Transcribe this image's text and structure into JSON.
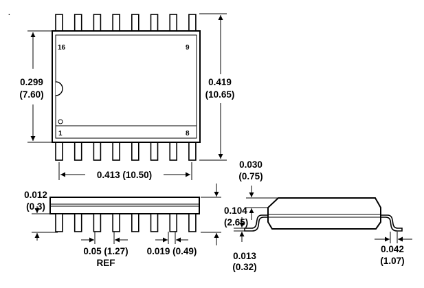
{
  "top_view": {
    "pin_labels": {
      "top_left": "16",
      "top_right": "9",
      "bottom_left": "1",
      "bottom_right": "8"
    },
    "lead_count_per_side": 8,
    "body_width_inch": "0.299",
    "body_width_mm": "(7.60)",
    "overall_width_inch": "0.419",
    "overall_width_mm": "(10.65)",
    "body_length_text": "0.413 (10.50)"
  },
  "side_view": {
    "standoff_inch": "0.012",
    "standoff_mm": "(0.3)",
    "height_inch": "0.104",
    "height_mm": "(2.65)",
    "pitch_text": "0.05 (1.27)",
    "pitch_note": "REF",
    "lead_width_text": "0.019 (0.49)"
  },
  "end_view": {
    "chamfer_inch": "0.030",
    "chamfer_mm": "(0.75)",
    "lead_thickness_inch": "0.013",
    "lead_thickness_mm": "(0.32)",
    "foot_length_inch": "0.042",
    "foot_length_mm": "(1.07)"
  },
  "stray_mark": "."
}
